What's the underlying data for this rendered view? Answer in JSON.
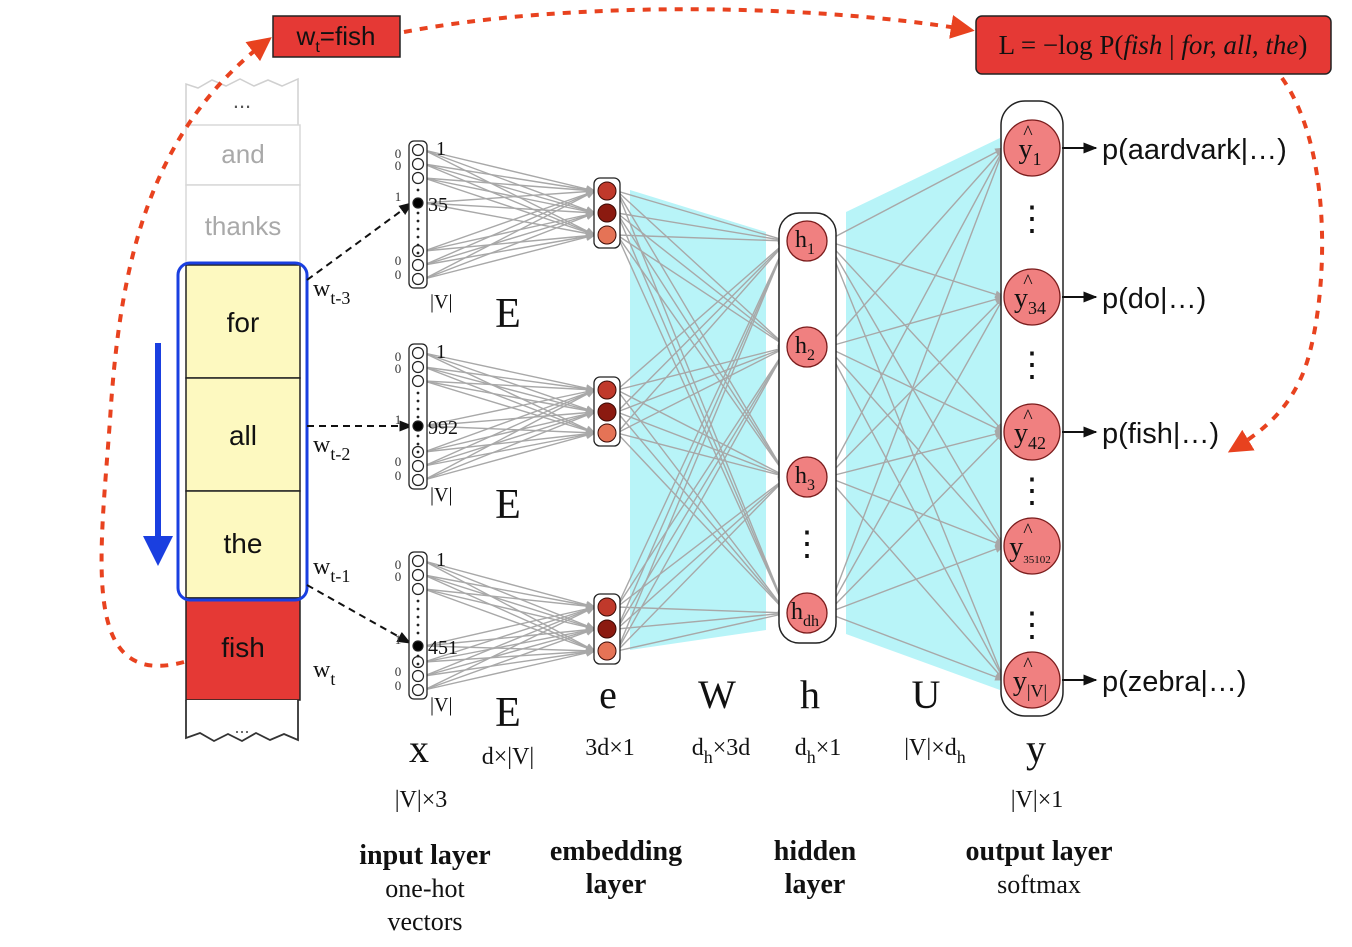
{
  "colors": {
    "accent_red": "#e53935",
    "dashed_red": "#e8421f",
    "token_yellow": "#fdf9c0",
    "context_blue": "#1a3fe0",
    "projection_cyan": "#b8f4f8",
    "node_pink": "#f08080",
    "emb_dark": "#8b1a10",
    "emb_mid": "#c0392b",
    "emb_light": "#e57356",
    "edge_gray": "#a8a8a8"
  },
  "target_label": {
    "w": "w",
    "sub": "t",
    "rest": "=fish"
  },
  "loss": {
    "prefix": "L = −log P(",
    "target": "fish",
    "bar": " | ",
    "context": "for, all, the",
    "suffix": ")"
  },
  "tokens": {
    "top_ellipsis": "...",
    "faded": [
      "and",
      "thanks"
    ],
    "context": [
      "for",
      "all",
      "the"
    ],
    "target": "fish",
    "bottom_ellipsis": "..."
  },
  "positions": [
    {
      "w": "w",
      "sub": "t-3"
    },
    {
      "w": "w",
      "sub": "t-2"
    },
    {
      "w": "w",
      "sub": "t-1"
    },
    {
      "w": "w",
      "sub": "t"
    }
  ],
  "onehot": [
    {
      "top": "1",
      "index": "35",
      "size": "|V|",
      "E": "E"
    },
    {
      "top": "1",
      "index": "992",
      "size": "|V|",
      "E": "E"
    },
    {
      "top": "1",
      "index": "451",
      "size": "|V|",
      "E": "E"
    }
  ],
  "onehot_side": {
    "zero": "0",
    "one": "1"
  },
  "hidden_nodes": [
    {
      "h": "h",
      "sub": "1"
    },
    {
      "h": "h",
      "sub": "2"
    },
    {
      "h": "h",
      "sub": "3"
    },
    {
      "h": "h",
      "sub": "dh"
    }
  ],
  "output_nodes": [
    {
      "y": "y",
      "sub": "1",
      "prob": "p(aardvark|…)"
    },
    {
      "y": "y",
      "sub": "34",
      "prob": "p(do|…)"
    },
    {
      "y": "y",
      "sub": "42",
      "prob": "p(fish|…)"
    },
    {
      "y": "y",
      "sub": "35102",
      "prob": ""
    },
    {
      "y": "y",
      "sub": "|V|",
      "prob": "p(zebra|…)"
    }
  ],
  "hat": "^",
  "vdots": "⋮",
  "labels": {
    "x": "x",
    "x_dim": "|V|×3",
    "E_dim": "d×|V|",
    "e": "e",
    "e_dim": "3d×1",
    "W": "W",
    "W_dim_a": "d",
    "W_dim_sub": "h",
    "W_dim_b": "×3d",
    "h": "h",
    "h_dim_a": "d",
    "h_dim_sub": "h",
    "h_dim_b": "×1",
    "U": "U",
    "U_dim_a": "|V|×d",
    "U_dim_sub": "h",
    "y": "y",
    "y_dim": "|V|×1"
  },
  "layers": {
    "input": {
      "title": "input layer",
      "sub1": "one-hot",
      "sub2": "vectors"
    },
    "embedding": {
      "title1": "embedding",
      "title2": "layer"
    },
    "hidden": {
      "title1": "hidden",
      "title2": "layer"
    },
    "output": {
      "title": "output layer",
      "sub": "softmax"
    }
  }
}
